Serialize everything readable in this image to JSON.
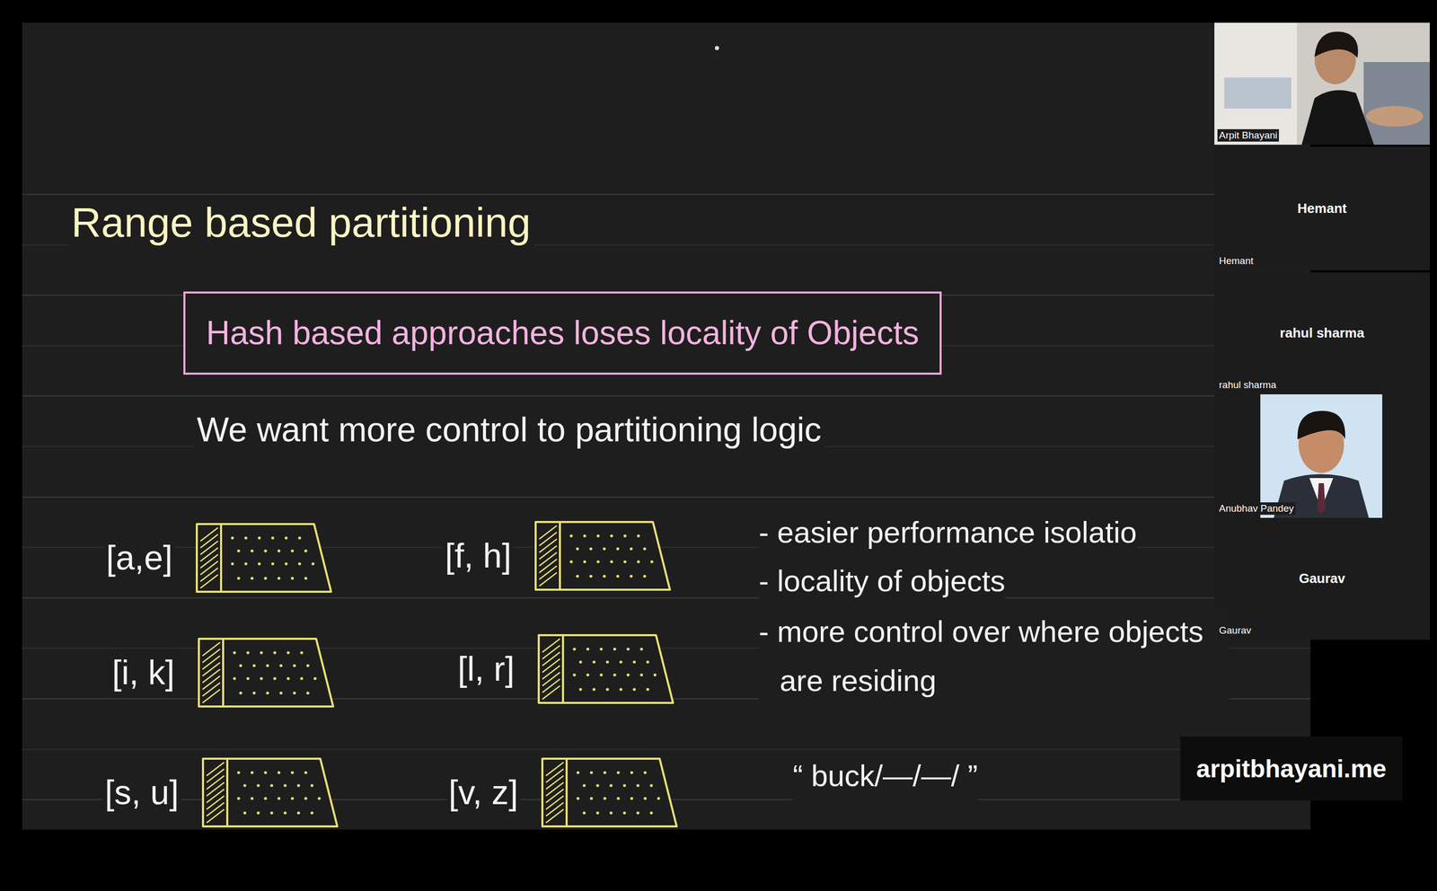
{
  "diagram": {
    "title": "Range based partitioning",
    "nodes": [
      {
        "text": [
          "Hash based approaches loses locality of Objects"
        ]
      },
      {
        "text": [
          "[a,e]"
        ]
      },
      {
        "text": [
          "[f, h]"
        ]
      },
      {
        "text": [
          "[i, k]"
        ]
      },
      {
        "text": [
          "[l, r]"
        ]
      },
      {
        "text": [
          "[s, u]"
        ]
      },
      {
        "text": [
          "[v, z]"
        ]
      },
      {
        "text": [
          "Arpit Bhayani"
        ]
      },
      {
        "text": [
          "Hemant",
          "Hemant"
        ]
      },
      {
        "text": [
          "rahul sharma",
          "rahul sharma"
        ]
      },
      {
        "text": [
          "Anubhav Pandey"
        ]
      },
      {
        "text": [
          "Gaurav",
          "Gaurav"
        ]
      },
      {
        "text": [
          "arpitbhayani.me"
        ]
      }
    ],
    "labels": [
      "We want more control to partitioning logic",
      "- easier performance isolatio",
      "- locality of objects",
      "- more control over where objects are residing",
      "“ buck/—/—/ ”"
    ]
  }
}
